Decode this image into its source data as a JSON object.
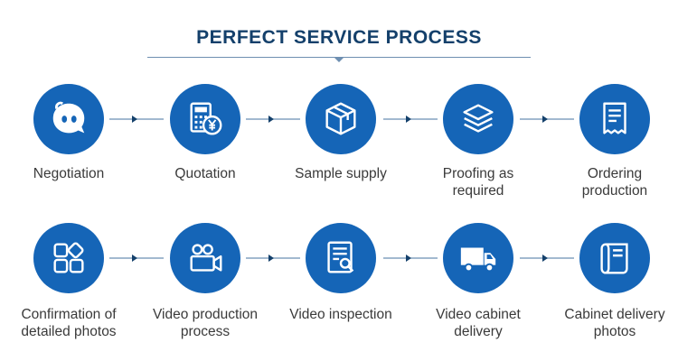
{
  "title": "PERFECT SERVICE PROCESS",
  "colors": {
    "circle": "#1565b7",
    "title": "#14406b",
    "connector": "#6a8fb5",
    "label": "#3a3a3a"
  },
  "steps": [
    {
      "label": "Negotiation",
      "icon": "chat-face-icon"
    },
    {
      "label": "Quotation",
      "icon": "calculator-yen-icon"
    },
    {
      "label": "Sample supply",
      "icon": "box-icon"
    },
    {
      "label": "Proofing as\nrequired",
      "icon": "layers-icon"
    },
    {
      "label": "Ordering\nproduction",
      "icon": "receipt-icon"
    },
    {
      "label": "Confirmation of\ndetailed photos",
      "icon": "grid-tiles-icon"
    },
    {
      "label": "Video production\nprocess",
      "icon": "video-camera-icon"
    },
    {
      "label": "Video inspection",
      "icon": "document-search-icon"
    },
    {
      "label": "Video cabinet\ndelivery",
      "icon": "truck-icon"
    },
    {
      "label": "Cabinet delivery\nphotos",
      "icon": "scroll-icon"
    }
  ]
}
